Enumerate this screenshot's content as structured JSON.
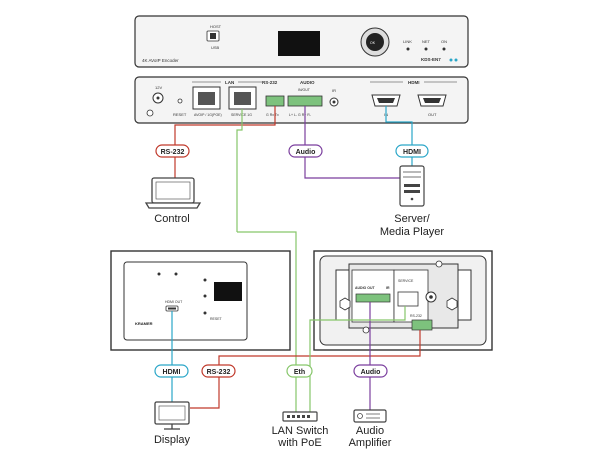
{
  "front_panel": {
    "model_text": "4K AVoIP Encoder",
    "host_label": "HOST",
    "usb_label": "USB",
    "link_label": "LINK",
    "net_label": "NET",
    "on_label": "ON",
    "model_number": "KDS-EN7"
  },
  "rear_panel": {
    "power_label": "12V",
    "reset_label": "RESET",
    "lan_label": "LAN",
    "lan_port1_label": "AVOIP / 1G(POE)",
    "lan_port2_label": "SERVICE 1G",
    "rs232_label": "RS-232",
    "rs232_pins": "G Rx Tx",
    "audio_label": "AUDIO",
    "audio_sub": "IN/OUT",
    "audio_pins": "L+ L- G R+ R-",
    "ir_label": "IR",
    "hdmi_label": "HDMI",
    "hdmi_in_label": "IN",
    "hdmi_out_label": "OUT"
  },
  "wall_plate_front": {
    "hdmi_out_label": "HDMI OUT",
    "reset_label": "RESET",
    "brand": "KRAMER"
  },
  "wall_plate_rear": {
    "audio_out_label": "AUDIO OUT",
    "ir_label": "IR",
    "service_label": "SERVICE",
    "rs232_label": "RS-232"
  },
  "tags": {
    "rs232_top": "RS-232",
    "audio_top": "Audio",
    "hdmi_top": "HDMI",
    "hdmi_bottom": "HDMI",
    "rs232_bottom": "RS-232",
    "eth_bottom": "Eth",
    "audio_bottom": "Audio"
  },
  "devices": {
    "control": "Control",
    "server_line1": "Server/",
    "server_line2": "Media Player",
    "display": "Display",
    "lan_switch_line1": "LAN Switch",
    "lan_switch_line2": "with PoE",
    "audio_line1": "Audio",
    "audio_line2": "Amplifier"
  },
  "colors": {
    "rs232": "#c0392b",
    "audio": "#7b3f9e",
    "hdmi": "#2aa6c8",
    "eth": "#86c66a",
    "device_stroke": "#444444"
  }
}
